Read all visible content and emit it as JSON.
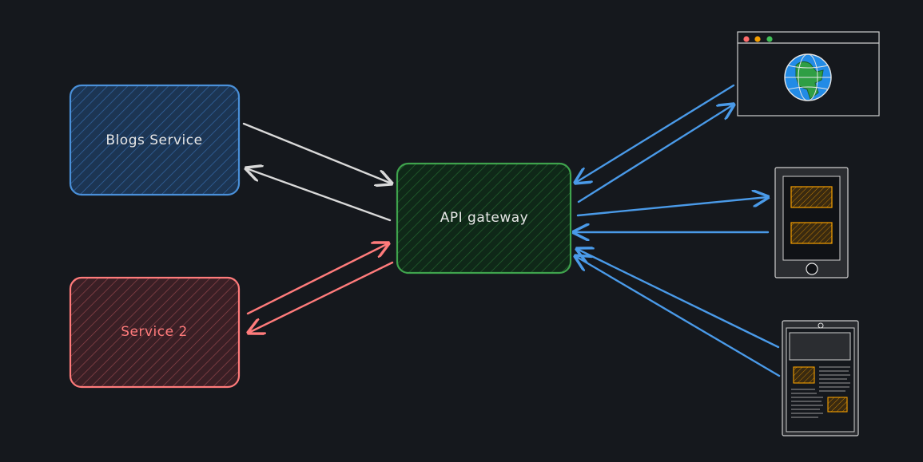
{
  "nodes": {
    "blogs_service": {
      "label": "Blogs Service",
      "color": "#4a90d9",
      "fill": "#1c3553"
    },
    "service_2": {
      "label": "Service 2",
      "color": "#ff7b7b",
      "fill": "#3a1f25"
    },
    "api_gateway": {
      "label": "API gateway",
      "color": "#3fa34d",
      "fill": "#0f2818"
    }
  },
  "clients": [
    {
      "name": "web-browser",
      "icon": "browser-globe-icon"
    },
    {
      "name": "mobile-phone",
      "icon": "phone-icon"
    },
    {
      "name": "tablet",
      "icon": "tablet-icon"
    }
  ],
  "colors": {
    "background": "#15181d",
    "service_arrow": "#d9d9d9",
    "client_arrow": "#4a9ae8",
    "service2_arrow": "#ff7b7b",
    "device_frame": "#cfcfcf",
    "device_panel": "#f59f00"
  }
}
